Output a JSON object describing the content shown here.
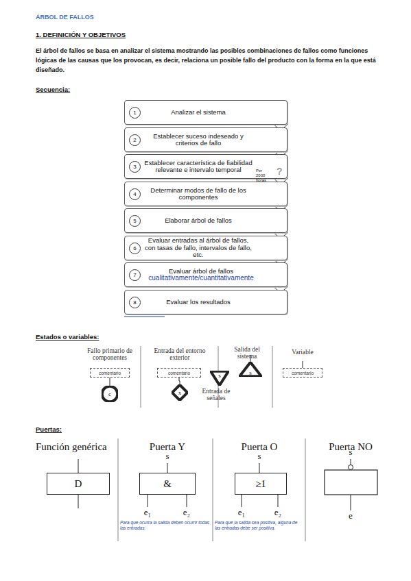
{
  "diagram": {
    "title": "ÁRBOL DE FALLOS",
    "nodes": [
      {
        "text": [
          "1",
          "Analizar el sistema"
        ]
      },
      {
        "text": [
          "2",
          "Establecer suceso indeseado y criterios de fallo"
        ]
      },
      {
        "text": [
          "3",
          "Establecer característica de fiabilidad relevante e intervalo temporal"
        ]
      },
      {
        "text": [
          "4",
          "Determinar modos de fallo de los componentes"
        ]
      },
      {
        "text": [
          "5",
          "Elaborar árbol de fallos"
        ]
      },
      {
        "text": [
          "6",
          "Evaluar entradas al árbol de fallos, con tasas de fallo, intervalos de fallo, etc."
        ]
      },
      {
        "text": [
          "7",
          "Evaluar árbol de fallos",
          "cualitativamente/cuantitativamente"
        ]
      },
      {
        "text": [
          "8",
          "Evaluar los resultados"
        ]
      },
      {
        "text": [
          "comentario"
        ]
      },
      {
        "text": [
          "c"
        ]
      },
      {
        "text": [
          "comentario"
        ]
      },
      {
        "text": [
          "x"
        ]
      },
      {
        "text": [
          "s"
        ]
      },
      {
        "text": [
          "s"
        ]
      },
      {
        "text": [
          "comentario"
        ]
      },
      {
        "text": [
          "D"
        ]
      },
      {
        "text": [
          "&"
        ]
      },
      {
        "text": [
          "≥1"
        ]
      }
    ],
    "edges": [
      {
        "from": 8,
        "to": 9,
        "arrow": "none"
      },
      {
        "from": 10,
        "to": 11,
        "arrow": "none"
      }
    ],
    "labels": [
      "1.   DEFINICIÓN Y OBJETIVOS",
      "El árbol de fallos se basa en analizar el sistema mostrando las posibles combinaciones de fallos como funciones lógicas de las causas que los provocan, es decir, relaciona un posible fallo del producto con la forma en la que está diseñado.",
      "Secuencia:",
      "Per",
      "2000 horas",
      "?",
      "Estados o variables:",
      "Fallo primario de componentes",
      "Entrada del entorno exterior",
      "Salida del sistema",
      "Variable",
      "Entrada de señales",
      "Puertas:",
      "Función genérica",
      "Puerta Y",
      "s",
      "e₁",
      "e₂",
      "Para que ocurra la salida deben ocurrir todas las entradas.",
      "Puerta O",
      "s",
      "e₁",
      "e₂",
      "Para que la salida sea positiva, alguna de las entradas debe ser positiva.",
      "Puerta NO",
      "s",
      "e"
    ]
  }
}
